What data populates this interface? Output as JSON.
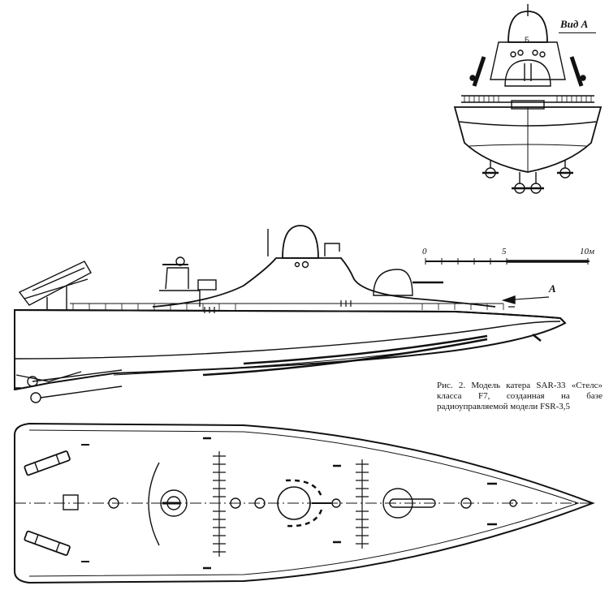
{
  "view_a_label": "Вид А",
  "arrow_label": "А",
  "scale": {
    "start": "0",
    "middle": "5",
    "end": "10м"
  },
  "caption": {
    "line1": "Рис. 2. Модель катера SAR-33",
    "line2": "«Стелс» класса F7, созданная на",
    "line3": "базе радиоуправляемой модели",
    "line4": "FSR-3,5"
  }
}
